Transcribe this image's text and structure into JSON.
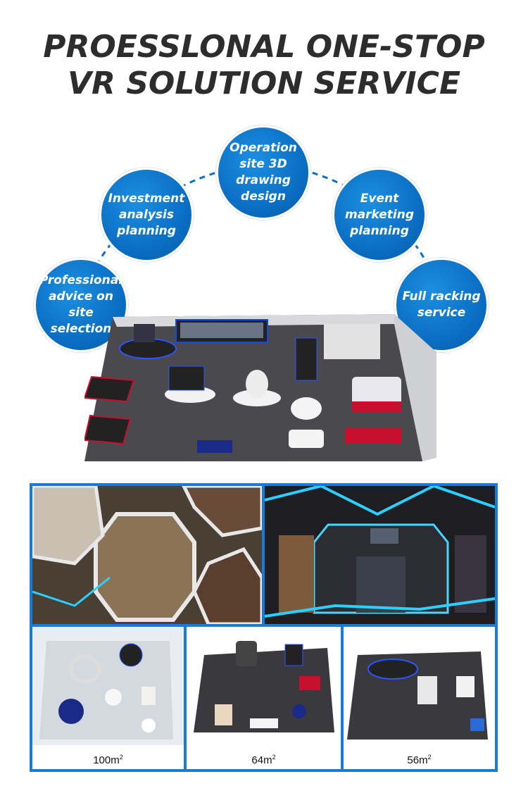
{
  "title": {
    "line1": "PROESSLONAL ONE-STOP",
    "line2": "VR SOLUTION SERVICE"
  },
  "services": [
    {
      "label": "Professional advice on site selection"
    },
    {
      "label": "Investment analysis planning"
    },
    {
      "label": "Operation site 3D drawing design"
    },
    {
      "label": "Event marketing planning"
    },
    {
      "label": "Full racking service"
    }
  ],
  "colors": {
    "circle_blue": "#0b6fc4",
    "frame_blue": "#1a7bd6",
    "title_gray": "#2d2d2d"
  },
  "layouts": [
    {
      "area": "100m",
      "unit_sup": "2"
    },
    {
      "area": "64m",
      "unit_sup": "2"
    },
    {
      "area": "56m",
      "unit_sup": "2"
    }
  ]
}
